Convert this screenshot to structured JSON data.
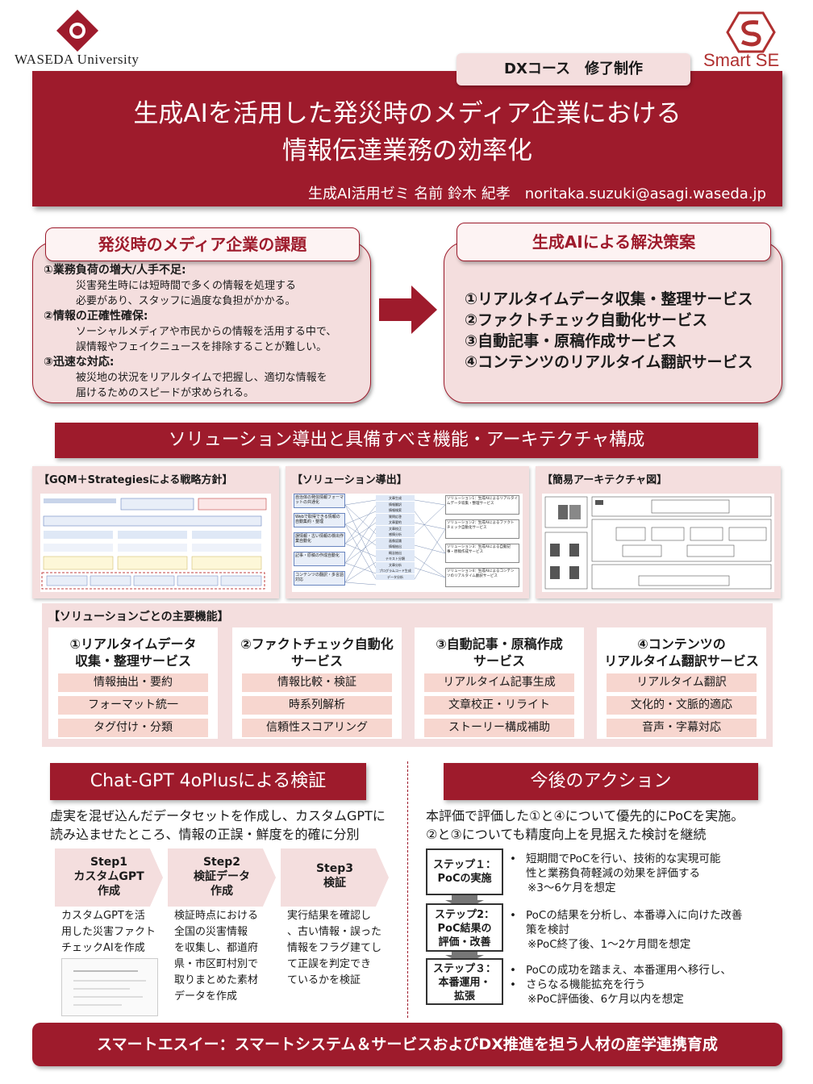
{
  "header": {
    "university_name": "WASEDA University",
    "partner_logo_text": "Smart SE",
    "course_tag": "DXコース　修了制作",
    "title_line1": "生成AIを活用した発災時のメディア企業における",
    "title_line2": "情報伝達業務の効率化",
    "author": "生成AI活用ゼミ 名前 鈴木 紀孝　noritaka.suzuki@asagi.waseda.jp"
  },
  "issues": {
    "heading": "発災時のメディア企業の課題",
    "items": [
      {
        "title": "①業務負荷の増大/人手不足:",
        "line1": "災害発生時には短時間で多くの情報を処理する",
        "line2": "必要があり、スタッフに過度な負担がかかる。"
      },
      {
        "title": "②情報の正確性確保:",
        "line1": "ソーシャルメディアや市民からの情報を活用する中で、",
        "line2": "誤情報やフェイクニュースを排除することが難しい。"
      },
      {
        "title": "③迅速な対応:",
        "line1": "被災地の状況をリアルタイムで把握し、適切な情報を",
        "line2": "届けるためのスピードが求められる。"
      }
    ]
  },
  "solutions": {
    "heading": "生成AIによる解決策案",
    "items": [
      "①リアルタイムデータ収集・整理サービス",
      "②ファクトチェック自動化サービス",
      "③自動記事・原稿作成サービス",
      "④コンテンツのリアルタイム翻訳サービス"
    ]
  },
  "section_title": "ソリューション導出と具備すべき機能・アーキテクチャ構成",
  "figures": {
    "gqm_label": "【GQM＋Strategiesによる戦略方針】",
    "derivation_label": "【ソリューション導出】",
    "architecture_label": "【簡易アーキテクチャ図】",
    "derivation_left": [
      "自治体の発信情報フォーマットの共通化",
      "Webで取得できる情報の自動集約・整理",
      "誤情報・古い情報の検出作業自動化",
      "記事・原稿の作成自動化",
      "コンテンツの翻訳・多言語対応"
    ],
    "derivation_mid": [
      "文章生成",
      "情報翻訳",
      "情報検索",
      "質問応答",
      "文章要約",
      "文章校正",
      "感情分析",
      "画像認識",
      "情報抽出",
      "概念抽出",
      "テキスト分類",
      "文章分析",
      "プログラムコード生成",
      "データ分析"
    ],
    "derivation_right": [
      "ソリューション1：生成AIによるリアルタイムデータ収集・整理サービス",
      "ソリューション2：生成AIによるファクトチェック自動化サービス",
      "ソリューション3：生成AIによる自動記事・原稿作成サービス",
      "ソリューション4：生成AIによるコンテンツのリアルタイム翻訳サービス"
    ]
  },
  "features": {
    "label": "【ソリューションごとの主要機能】",
    "cards": [
      {
        "title_line1": "①リアルタイムデータ",
        "title_line2": "収集・整理サービス",
        "items": [
          "情報抽出・要約",
          "フォーマット統一",
          "タグ付け・分類"
        ]
      },
      {
        "title_line1": "②ファクトチェック自動化",
        "title_line2": "サービス",
        "items": [
          "情報比較・検証",
          "時系列解析",
          "信頼性スコアリング"
        ]
      },
      {
        "title_line1": "③自動記事・原稿作成",
        "title_line2": "サービス",
        "items": [
          "リアルタイム記事生成",
          "文章校正・リライト",
          "ストーリー構成補助"
        ]
      },
      {
        "title_line1": "④コンテンツの",
        "title_line2": "リアルタイム翻訳サービス",
        "items": [
          "リアルタイム翻訳",
          "文化的・文脈的適応",
          "音声・字幕対応"
        ]
      }
    ]
  },
  "verification": {
    "heading": "Chat-GPT 4oPlusによる検証",
    "intro_line1": "虚実を混ぜ込んだデータセットを作成し、カスタムGPTに",
    "intro_line2": "読み込ませたところ、情報の正誤・鮮度を的確に分別",
    "steps": [
      {
        "label_line1": "Step1",
        "label_line2": "カスタムGPT",
        "label_line3": "作成",
        "desc": [
          "カスタムGPTを活",
          "用した災害ファクト",
          "チェックAIを作成"
        ]
      },
      {
        "label_line1": "Step2",
        "label_line2": "検証データ",
        "label_line3": "作成",
        "desc": [
          "検証時点における",
          "全国の災害情報",
          "を収集し、都道府",
          "県・市区町村別で",
          "取りまとめた素材",
          "データを作成"
        ]
      },
      {
        "label_line1": "Step3",
        "label_line2": "検証",
        "label_line3": "",
        "desc": [
          "実行結果を確認し",
          "、古い情報・誤った",
          "情報をフラグ建てし",
          "て正誤を判定でき",
          "ているかを検証"
        ]
      }
    ]
  },
  "actions": {
    "heading": "今後のアクション",
    "intro_line1": "本評価で評価した①と④について優先的にPoCを実施。",
    "intro_line2": "②と③についても精度向上を見据えた検討を継続",
    "stages": [
      {
        "label_line1": "ステップ１：",
        "label_line2": "PoCの実施",
        "label_line3": "",
        "notes": [
          "短期間でPoCを行い、技術的な実現可能",
          "性と業務負荷軽減の効果を評価する",
          "※3～6ケ月を想定"
        ]
      },
      {
        "label_line1": "ステップ2：",
        "label_line2": "PoC結果の",
        "label_line3": "評価・改善",
        "notes": [
          "PoCの結果を分析し、本番導入に向けた改善",
          "策を検討",
          "※PoC終了後、1～2ケ月間を想定"
        ]
      },
      {
        "label_line1": "ステップ３：",
        "label_line2": "本番運用・",
        "label_line3": "拡張",
        "notes": [
          "PoCの成功を踏まえ、本番運用へ移行し、",
          "さらなる機能拡充を行う",
          "※PoC評価後、6ケ月以内を想定"
        ]
      }
    ]
  },
  "footer": "スマートエスイー：スマートシステム＆サービスおよびDX推進を担う人材の産学連携育成",
  "colors": {
    "accent": "#9e1b2c",
    "panel": "#f4dede",
    "item": "#f7d6cf"
  }
}
